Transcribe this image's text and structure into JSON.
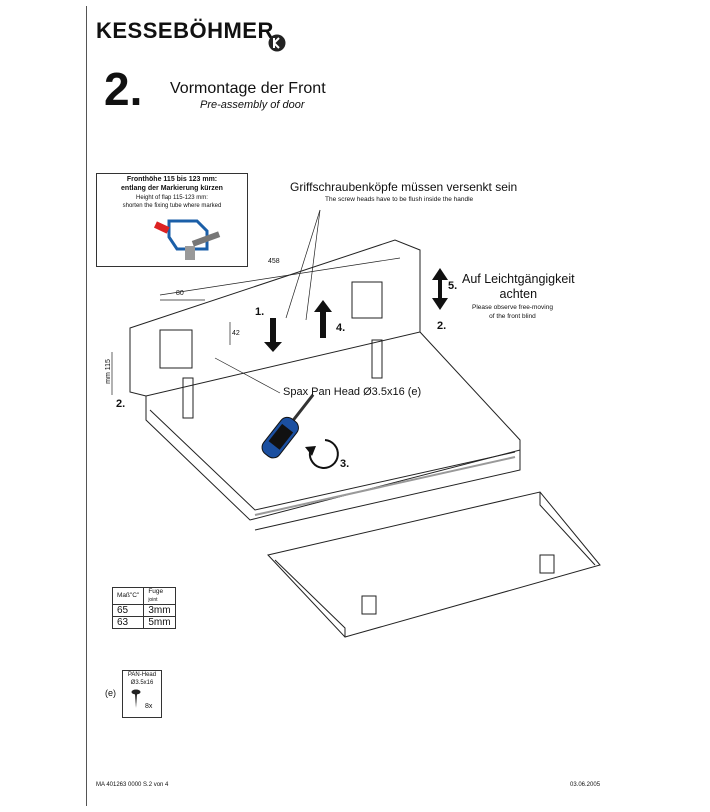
{
  "header": {
    "brand": "KESSEBÖHMER",
    "step_number": "2.",
    "title_de": "Vormontage der Front",
    "title_en": "Pre-assembly of door"
  },
  "notes": {
    "screw_heads_de": "Griffschraubenköpfe müssen versenkt sein",
    "screw_heads_en": "The screw heads have to be flush inside the handle",
    "ease_de_line1": "Auf Leichtgängigkeit",
    "ease_de_line2": "achten",
    "ease_en_line1": "Please  observe free-moving",
    "ease_en_line2": "of the front blind",
    "spax": "Spax Pan Head Ø3.5x16 (e)"
  },
  "info_box": {
    "line1": "Fronthöhe 115 bis 123 mm:",
    "line2": "entlang der Markierung kürzen",
    "line3": "Height of flap 115-123 mm:",
    "line4": "shorten the fixing tube where marked"
  },
  "dimensions": {
    "width": "458",
    "offset": "80",
    "hole": "42",
    "height": "mm 115"
  },
  "steps": {
    "s1": "1.",
    "s2a": "2.",
    "s2b": "2.",
    "s3": "3.",
    "s4": "4.",
    "s5": "5."
  },
  "table": {
    "col1": "Maß\"C\"",
    "col2_line1": "Fuge",
    "col2_line2": "joint",
    "rows": [
      {
        "c": "65",
        "fuge": "3mm"
      },
      {
        "c": "63",
        "fuge": "5mm"
      }
    ]
  },
  "pan_head": {
    "label_e": "(e)",
    "line1": "PAN-Head",
    "line2": "Ø3.5x16",
    "qty": "8x"
  },
  "footer": {
    "left": "MA 401263 0000  S.2 von 4",
    "right": "03.06.2005"
  }
}
